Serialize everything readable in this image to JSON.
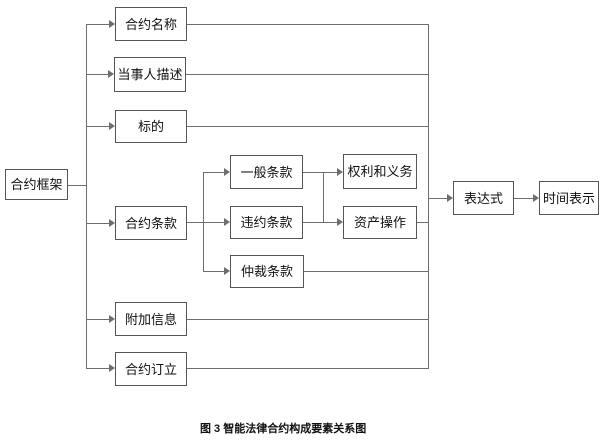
{
  "diagram": {
    "root": {
      "label": "合约框架"
    },
    "level1": [
      {
        "id": "contract-name",
        "label": "合约名称"
      },
      {
        "id": "party-description",
        "label": "当事人描述"
      },
      {
        "id": "subject-matter",
        "label": "标的"
      },
      {
        "id": "contract-clauses",
        "label": "合约条款"
      },
      {
        "id": "additional-info",
        "label": "附加信息"
      },
      {
        "id": "contract-formation",
        "label": "合约订立"
      }
    ],
    "clauses": [
      {
        "id": "general-clauses",
        "label": "一般条款"
      },
      {
        "id": "breach-clauses",
        "label": "违约条款"
      },
      {
        "id": "arbitration-clauses",
        "label": "仲裁条款"
      }
    ],
    "clause_contents": [
      {
        "id": "rights-and-obligations",
        "label": "权利和义务"
      },
      {
        "id": "asset-operations",
        "label": "资产操作"
      }
    ],
    "expression": {
      "label": "表达式"
    },
    "time_representation": {
      "label": "时间表示"
    },
    "caption": "图 3 智能法律合约构成要素关系图"
  },
  "colors": {
    "line": "#6e6e6e",
    "border": "#555555",
    "text": "#111111",
    "background": "#ffffff"
  }
}
